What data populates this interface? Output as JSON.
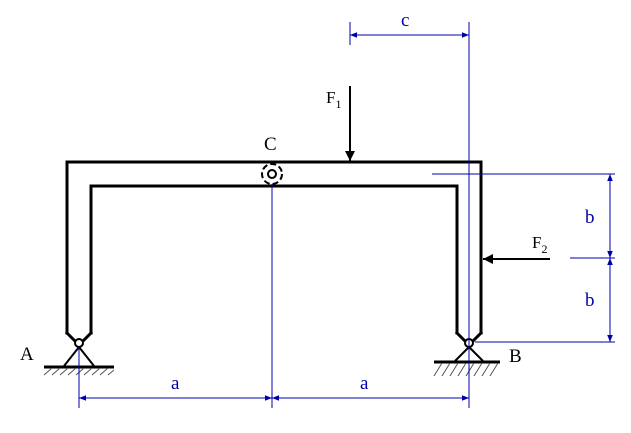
{
  "points": {
    "A": "A",
    "B": "B",
    "C": "C"
  },
  "forces": {
    "f1": {
      "base": "F",
      "sub": "1"
    },
    "f2": {
      "base": "F",
      "sub": "2"
    }
  },
  "dimensions": {
    "a_left": "a",
    "a_right": "a",
    "c": "c",
    "b_upper": "b",
    "b_lower": "b"
  },
  "colors": {
    "dimension": "#0000aa",
    "structure": "#000000"
  }
}
